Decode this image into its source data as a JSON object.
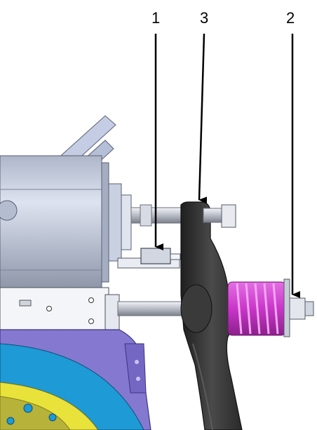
{
  "callouts": [
    {
      "id": "1",
      "label": "1"
    },
    {
      "id": "3",
      "label": "3"
    },
    {
      "id": "2",
      "label": "2"
    }
  ],
  "colors": {
    "background": "#ffffff",
    "housing_blue": "#c4cde3",
    "plate_purple": "#8478d0",
    "disc_blue": "#1e9ad6",
    "ring_yellow": "#e8e23a",
    "spring_magenta": "#c936c9",
    "lever_dark": "#2f2f2f",
    "arrow": "#000000"
  }
}
